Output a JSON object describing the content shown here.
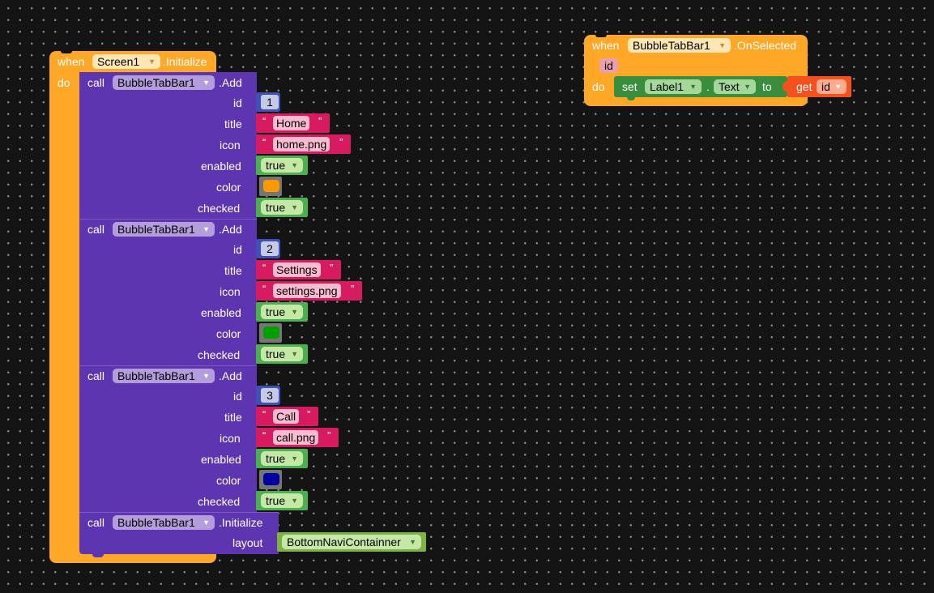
{
  "init_block": {
    "when": "when",
    "component": "Screen1",
    "event": ".Initialize",
    "do": "do",
    "accent": "#ffa726",
    "calls": [
      {
        "call": "call",
        "component": "BubbleTabBar1",
        "method": ".Add",
        "params": {
          "id": "id",
          "title": "title",
          "icon": "icon",
          "enabled": "enabled",
          "color": "color",
          "checked": "checked"
        },
        "id": "1",
        "title": "Home",
        "icon": "home.png",
        "enabled": "true",
        "color": "#ff9800",
        "checked": "true"
      },
      {
        "call": "call",
        "component": "BubbleTabBar1",
        "method": ".Add",
        "params": {
          "id": "id",
          "title": "title",
          "icon": "icon",
          "enabled": "enabled",
          "color": "color",
          "checked": "checked"
        },
        "id": "2",
        "title": "Settings",
        "icon": "settings.png",
        "enabled": "true",
        "color": "#00a000",
        "checked": "true"
      },
      {
        "call": "call",
        "component": "BubbleTabBar1",
        "method": ".Add",
        "params": {
          "id": "id",
          "title": "title",
          "icon": "icon",
          "enabled": "enabled",
          "color": "color",
          "checked": "checked"
        },
        "id": "3",
        "title": "Call",
        "icon": "call.png",
        "enabled": "true",
        "color": "#0000a0",
        "checked": "true"
      }
    ],
    "init_call": {
      "call": "call",
      "component": "BubbleTabBar1",
      "method": ".Initialize",
      "param": "layout",
      "layout_value": "BottomNaviContainner"
    }
  },
  "selected_block": {
    "when": "when",
    "component": "BubbleTabBar1",
    "event": ".OnSelected",
    "param": "id",
    "do": "do",
    "set": "set",
    "target": "Label1",
    "dot": ".",
    "property": "Text",
    "to": "to",
    "get": "get",
    "get_var": "id"
  },
  "quote_open": "“",
  "quote_close": "”",
  "dropdown_arrow": "▼",
  "colors": {
    "event": "#ffa726",
    "procedure": "#5e35b1",
    "math": "#3f51b5",
    "text": "#d81b60",
    "logic": "#4caf50",
    "component_setter": "#388e3c",
    "variable_get": "#f4511e"
  }
}
